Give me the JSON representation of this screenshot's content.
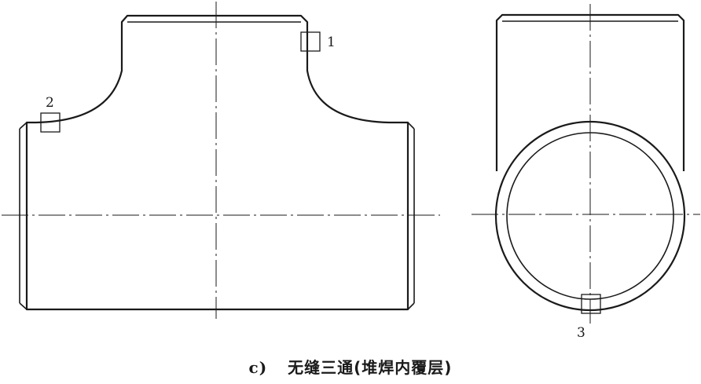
{
  "markers": {
    "m1": "1",
    "m2": "2",
    "m3": "3"
  },
  "caption": {
    "label": "c)",
    "text": "无缝三通(堆焊内覆层)"
  }
}
